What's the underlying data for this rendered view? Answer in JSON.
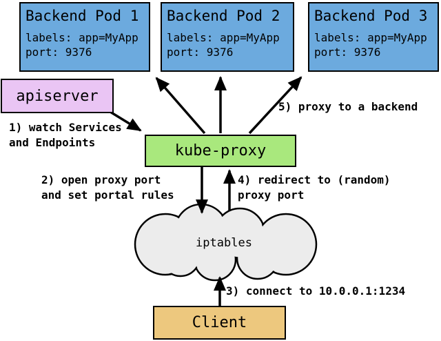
{
  "colors": {
    "pod_fill": "#6caade",
    "apiserver_fill": "#eac5f4",
    "kube_proxy_fill": "#a9e87d",
    "client_fill": "#edc87e",
    "cloud_fill": "#ececec",
    "line": "#000000",
    "text": "#000000"
  },
  "pods": [
    {
      "title": "Backend Pod 1",
      "labels": "labels: app=MyApp",
      "port": "port: 9376"
    },
    {
      "title": "Backend Pod 2",
      "labels": "labels: app=MyApp",
      "port": "port: 9376"
    },
    {
      "title": "Backend Pod 3",
      "labels": "labels: app=MyApp",
      "port": "port: 9376"
    }
  ],
  "nodes": {
    "apiserver": "apiserver",
    "kube_proxy": "kube-proxy",
    "iptables": "iptables",
    "client": "Client"
  },
  "steps": {
    "step1": "1) watch Services\nand Endpoints",
    "step2": "2) open proxy port\nand set portal rules",
    "step3": "3) connect to 10.0.0.1:1234",
    "step4": "4) redirect to (random)\nproxy port",
    "step5": "5) proxy to a backend"
  }
}
